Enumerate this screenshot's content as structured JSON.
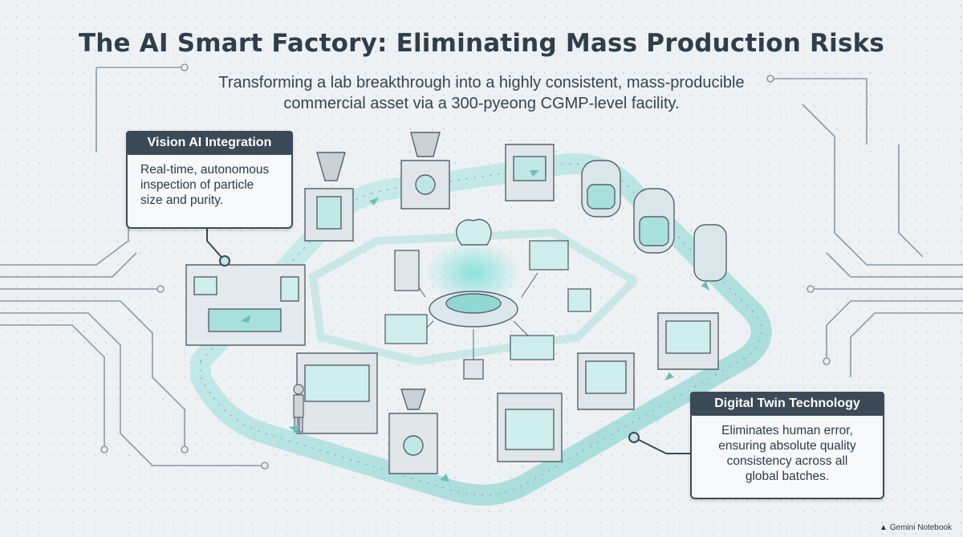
{
  "header": {
    "title": "The AI Smart Factory: Eliminating Mass Production Risks",
    "subtitle_line1": "Transforming a lab breakthrough into a highly consistent, mass-producible",
    "subtitle_line2": "commercial asset via a 300-pyeong CGMP-level facility."
  },
  "callouts": {
    "vision": {
      "title": "Vision AI Integration",
      "line1": "Real-time, autonomous",
      "line2": "inspection of particle",
      "line3": "size and purity."
    },
    "twin": {
      "title": "Digital Twin Technology",
      "line1": "Eliminates human error,",
      "line2": "ensuring absolute quality",
      "line3": "consistency across all",
      "line4": "global batches."
    }
  },
  "badge": {
    "icon": "gemini-notebook-icon",
    "label": "Gemini Notebook"
  },
  "colors": {
    "accent": "#4fb3b0",
    "dark": "#3a4a56",
    "background": "#eef1f3"
  }
}
